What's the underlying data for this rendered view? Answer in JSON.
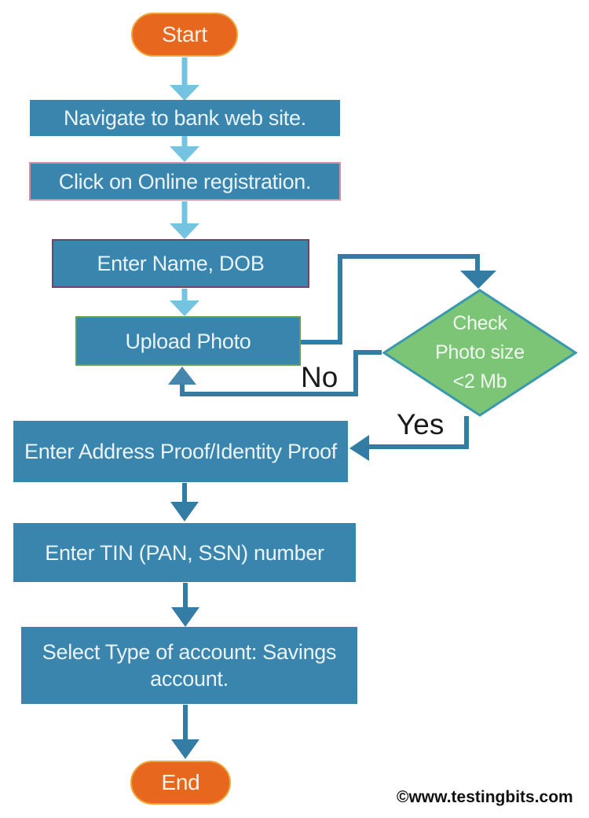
{
  "colors": {
    "process_fill": "#3A85AD",
    "process_text": "#EAF4F8",
    "terminator_fill": "#E8671E",
    "terminator_border": "#EFA53B",
    "decision_fill": "#7CC476",
    "decision_border": "#3A98AD",
    "arrow_light": "#74C3E0",
    "arrow_dark": "#337CA4",
    "arrow_return": "#4587AC",
    "border_pink": "#D58FA9",
    "border_purple": "#6B4767",
    "border_green": "#5FA14E",
    "label_text": "#1A1A1A"
  },
  "nodes": {
    "start": {
      "type": "terminator",
      "label": "Start"
    },
    "navigate": {
      "type": "process",
      "label": "Navigate to bank web site."
    },
    "register": {
      "type": "process",
      "label": "Click on Online registration."
    },
    "name_dob": {
      "type": "process",
      "label": "Enter Name, DOB"
    },
    "upload": {
      "type": "process",
      "label": "Upload Photo"
    },
    "check": {
      "type": "decision",
      "label": "Check Photo size <2 Mb",
      "lines": [
        "Check",
        "Photo size",
        "<2 Mb"
      ]
    },
    "address": {
      "type": "process",
      "label": "Enter Address Proof/Identity Proof"
    },
    "tin": {
      "type": "process",
      "label": "Enter TIN (PAN, SSN) number"
    },
    "account": {
      "type": "process",
      "label": "Select Type of account: Savings account."
    },
    "end": {
      "type": "terminator",
      "label": "End"
    }
  },
  "edges": [
    {
      "from": "start",
      "to": "navigate",
      "label": ""
    },
    {
      "from": "navigate",
      "to": "register",
      "label": ""
    },
    {
      "from": "register",
      "to": "name_dob",
      "label": ""
    },
    {
      "from": "name_dob",
      "to": "upload",
      "label": ""
    },
    {
      "from": "upload",
      "to": "check",
      "label": ""
    },
    {
      "from": "check",
      "to": "upload",
      "label": "No"
    },
    {
      "from": "check",
      "to": "address",
      "label": "Yes"
    },
    {
      "from": "address",
      "to": "tin",
      "label": ""
    },
    {
      "from": "tin",
      "to": "account",
      "label": ""
    },
    {
      "from": "account",
      "to": "end",
      "label": ""
    }
  ],
  "edge_labels": {
    "no": "No",
    "yes": "Yes"
  },
  "footer": {
    "credit": "©www.testingbits.com"
  }
}
